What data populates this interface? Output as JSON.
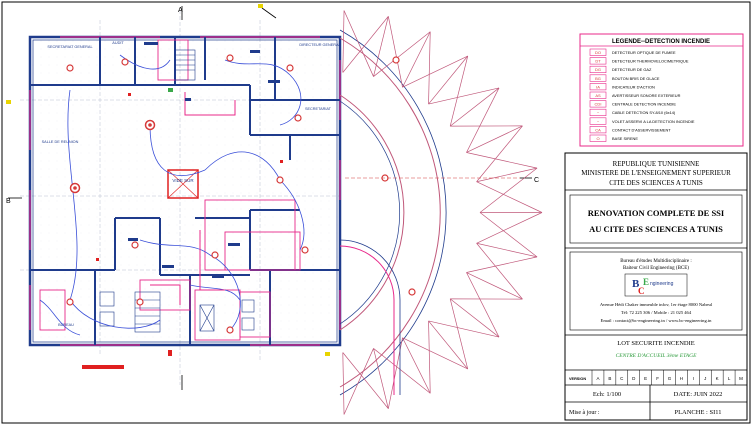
{
  "plan": {
    "rooms": {
      "secretariat_general": "SECRETARIAT GENERAL",
      "audit": "AUDIT",
      "directeur_general": "DIRECTEUR GENERAL",
      "secretariat": "SECRETARIAT",
      "salle_reunion": "SALLE DE REUNION",
      "vide_sur": "VIDE SUR",
      "bureau": "BUREAU"
    },
    "section_marks": [
      "A",
      "B",
      "C"
    ]
  },
  "legend": {
    "title": "LEGENDE--DETECTION INCENDIE",
    "items": [
      {
        "symbol": "DO",
        "label": "DETECTEUR OPTIQUE DE FUMEE"
      },
      {
        "symbol": "DT",
        "label": "DETECTEUR THERMOVELOCIMETRIQUE"
      },
      {
        "symbol": "DG",
        "label": "DETECTEUR DE GAZ"
      },
      {
        "symbol": "BG",
        "label": "BOUTON BRIS DE GLACE"
      },
      {
        "symbol": "IA",
        "label": "INDICATEUR D'ACTION"
      },
      {
        "symbol": "AS",
        "label": "AVERTISSEUR SONORE EXTERIEUR"
      },
      {
        "symbol": "CDI",
        "label": "CENTRALE DETECTION INCENDIE"
      },
      {
        "symbol": "~",
        "label": "CABLE DETECTION SY-8/10 (6x14)"
      },
      {
        "symbol": "~",
        "label": "VOLET ASSERVI A LA DETECTION INCENDIE"
      },
      {
        "symbol": "CA",
        "label": "CONTACT D'ASSERVISSEMENT"
      },
      {
        "symbol": "O",
        "label": "BASE SIRENE"
      }
    ]
  },
  "title_block": {
    "org_line1": "REPUBLIQUE TUNISIENNE",
    "org_line2": "MINISTERE DE L'ENSEIGNEMENT SUPERIEUR",
    "org_line3": "CITE DES SCIENCES A TUNIS",
    "project_line1": "RENOVATION COMPLETE DE SSI",
    "project_line2": "AU CITE DES SCIENCES A TUNIS",
    "bureau_line1": "Bureau d'études Multidisciplinaire :",
    "bureau_line2": "Baiteur Civil Engineering (BCE)",
    "logo_b": "B",
    "logo_c": "C",
    "logo_e": "E",
    "logo_text": "ngineering",
    "address": "Avenue Hédi Chaker immeuble infov, 1er étage 8000 Nabeul",
    "phone": "Tél: 72 225 306 / Mobile : 21 025 464",
    "email": "Email : contact@bc-engineering.tn / www.bc-engineering.tn",
    "lot": "LOT SECURITE INCENDIE",
    "drawing_name": "CENTRE D'ACCUEIL 3ème ETAGE",
    "version_label": "VERSION",
    "version_letters": [
      "A",
      "B",
      "C",
      "D",
      "E",
      "F",
      "G",
      "H",
      "I",
      "J",
      "K",
      "L",
      "M"
    ],
    "scale": "Ech: 1/100",
    "date": "DATE: JUIN 2022",
    "update_label": "Mise à jour :",
    "sheet": "PLANCHE : SI11"
  },
  "colors": {
    "wall": "#1f3b8c",
    "pink": "#e8288a",
    "red": "#e02020",
    "grid": "#aab3c9",
    "detector": "#d63a3a",
    "cable": "#3a4fd8"
  }
}
